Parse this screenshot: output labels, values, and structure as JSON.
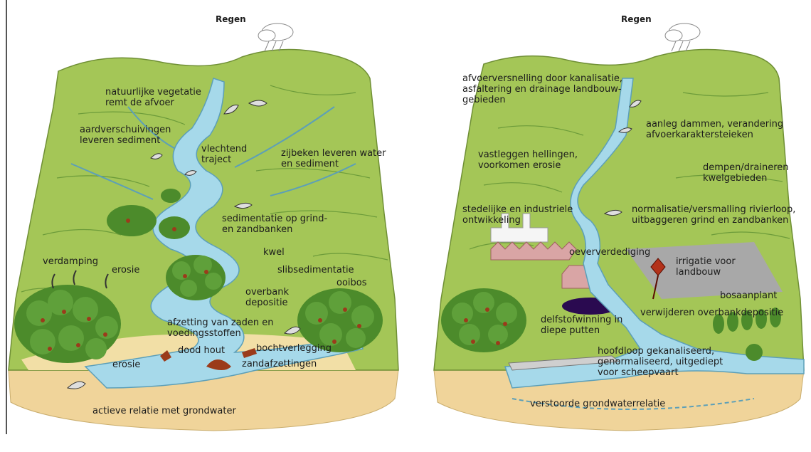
{
  "colors": {
    "land": "#a4c657",
    "land_dark": "#8fb34a",
    "river": "#a6d9ea",
    "river_edge": "#5c9fb8",
    "sand": "#f2dfa6",
    "soil": "#f0d49a",
    "tree": "#4c8b2b",
    "fruit": "#9b3b1b",
    "city": "#d9a5a5",
    "field": "#a8a8a8",
    "pit": "#2a0a50"
  },
  "left": {
    "title": "Regen",
    "labels": [
      "natuurlijke vegetatie\nremt de afvoer",
      "aardverschuivingen\nleveren sediment",
      "vlechtend\ntraject",
      "zijbeken leveren water\nen sediment",
      "sedimentatie op grind-\nen zandbanken",
      "verdamping",
      "erosie",
      "kwel",
      "slibsedimentatie",
      "overbank\ndepositie",
      "ooibos",
      "afzetting van zaden en\nvoedingsstoffen",
      "dood hout",
      "bochtverlegging",
      "zandafzettingen",
      "erosie",
      "actieve relatie met grondwater"
    ]
  },
  "right": {
    "title": "Regen",
    "labels": [
      "afvoerversnelling door kanalisatie,\nasfaltering en drainage landbouw-\ngebieden",
      "aanleg dammen, verandering\nafvoerkaraktersteieken",
      "vastleggen hellingen,\nvoorkomen erosie",
      "dempen/draineren\nkwelgebieden",
      "stedelijke en industriele\nontwikkeling",
      "normalisatie/versmalling rivierloop,\nuitbaggeren grind en zandbanken",
      "oeververdediging",
      "irrigatie voor\nlandbouw",
      "bosaanplant",
      "verwijderen overbankdepositie",
      "delfstofwinning in\ndiepe putten",
      "hoofdloop gekanaliseerd,\ngenormaliseerd, uitgediept\nvoor scheepvaart",
      "verstoorde grondwaterrelatie"
    ]
  }
}
